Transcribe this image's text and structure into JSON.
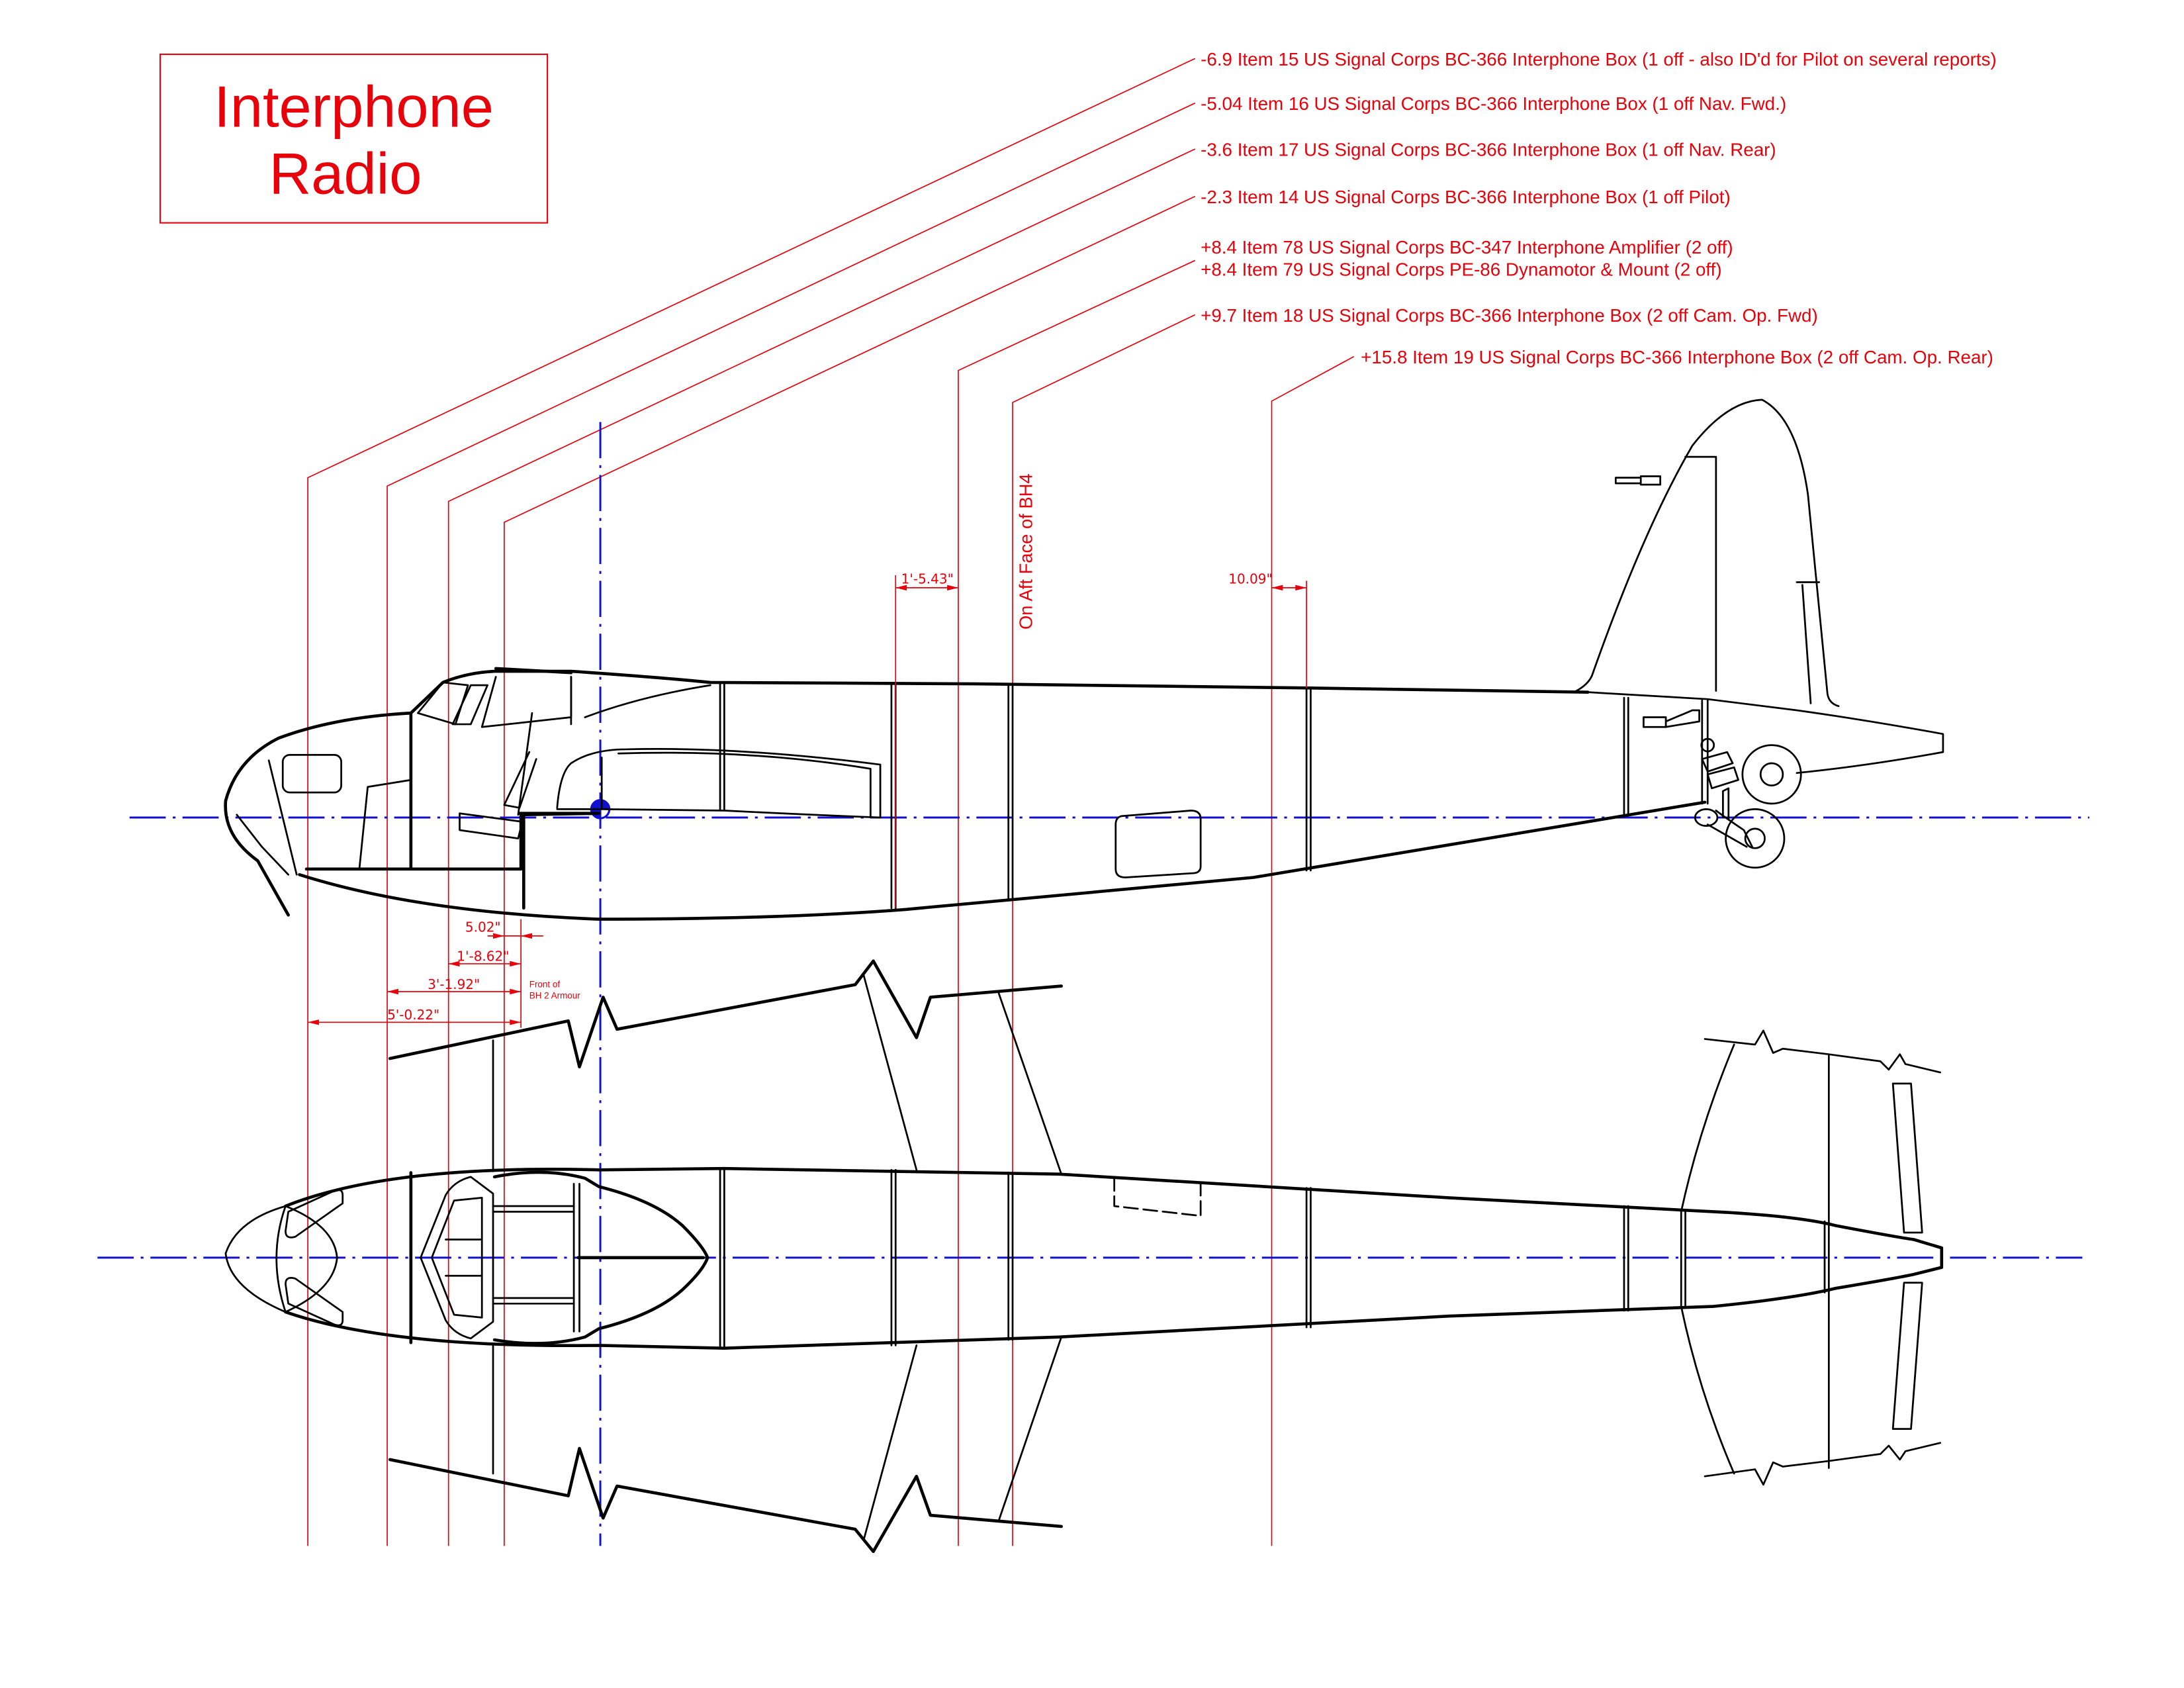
{
  "title": {
    "line1": "Interphone",
    "line2": "Radio"
  },
  "callouts": [
    {
      "station": "-6.9",
      "text": "-6.9 Item 15 US Signal Corps BC-366 Interphone Box (1 off - also ID'd for Pilot on several reports)"
    },
    {
      "station": "-5.04",
      "text": "-5.04 Item 16 US Signal Corps BC-366 Interphone Box (1 off Nav. Fwd.)"
    },
    {
      "station": "-3.6",
      "text": "-3.6 Item 17 US Signal Corps BC-366 Interphone Box (1 off Nav. Rear)"
    },
    {
      "station": "-2.3",
      "text": "-2.3 Item 14 US Signal Corps BC-366 Interphone Box (1 off Pilot)"
    },
    {
      "station": "+8.4",
      "text": "+8.4 Item 78 US Signal Corps BC-347 Interphone Amplifier (2 off)"
    },
    {
      "station": "+8.4",
      "text": "+8.4 Item 79 US Signal Corps PE-86 Dynamotor & Mount (2 off)"
    },
    {
      "station": "+9.7",
      "text": "+9.7 Item 18 US Signal Corps BC-366 Interphone Box (2 off Cam. Op. Fwd)"
    },
    {
      "station": "+15.8",
      "text": "+15.8 Item 19 US Signal Corps BC-366 Interphone Box (2 off Cam. Op. Rear)"
    }
  ],
  "dimensions": {
    "d1": "5.02\"",
    "d2": "1'-8.62\"",
    "d3": "3'-1.92\"",
    "d4": "5'-0.22\"",
    "d5": "1'-5.43\"",
    "d6": "10.09\"",
    "ref_note_line1": "Front of",
    "ref_note_line2": "BH 2 Armour",
    "bh4_note": "On Aft Face of BH4"
  },
  "colors": {
    "annotation": "#e8000b",
    "centerline": "#1010d0",
    "outline": "#000000",
    "background": "#ffffff"
  }
}
